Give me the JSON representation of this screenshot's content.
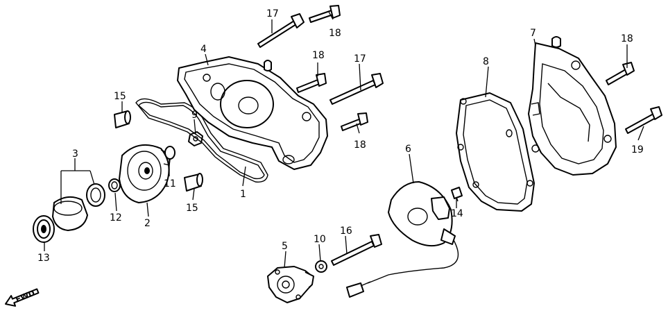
{
  "labels": {
    "l1": "1",
    "l2": "2",
    "l3": "3",
    "l4": "4",
    "l5": "5",
    "l6": "6",
    "l7": "7",
    "l8": "8",
    "l9": "9",
    "l10": "10",
    "l11": "11",
    "l12": "12",
    "l13": "13",
    "l14": "14",
    "l15a": "15",
    "l15b": "15",
    "l16": "16",
    "l17a": "17",
    "l17b": "17",
    "l18a": "18",
    "l18b": "18",
    "l18c": "18",
    "l18d": "18",
    "l19": "19"
  },
  "fwd": "FWD"
}
